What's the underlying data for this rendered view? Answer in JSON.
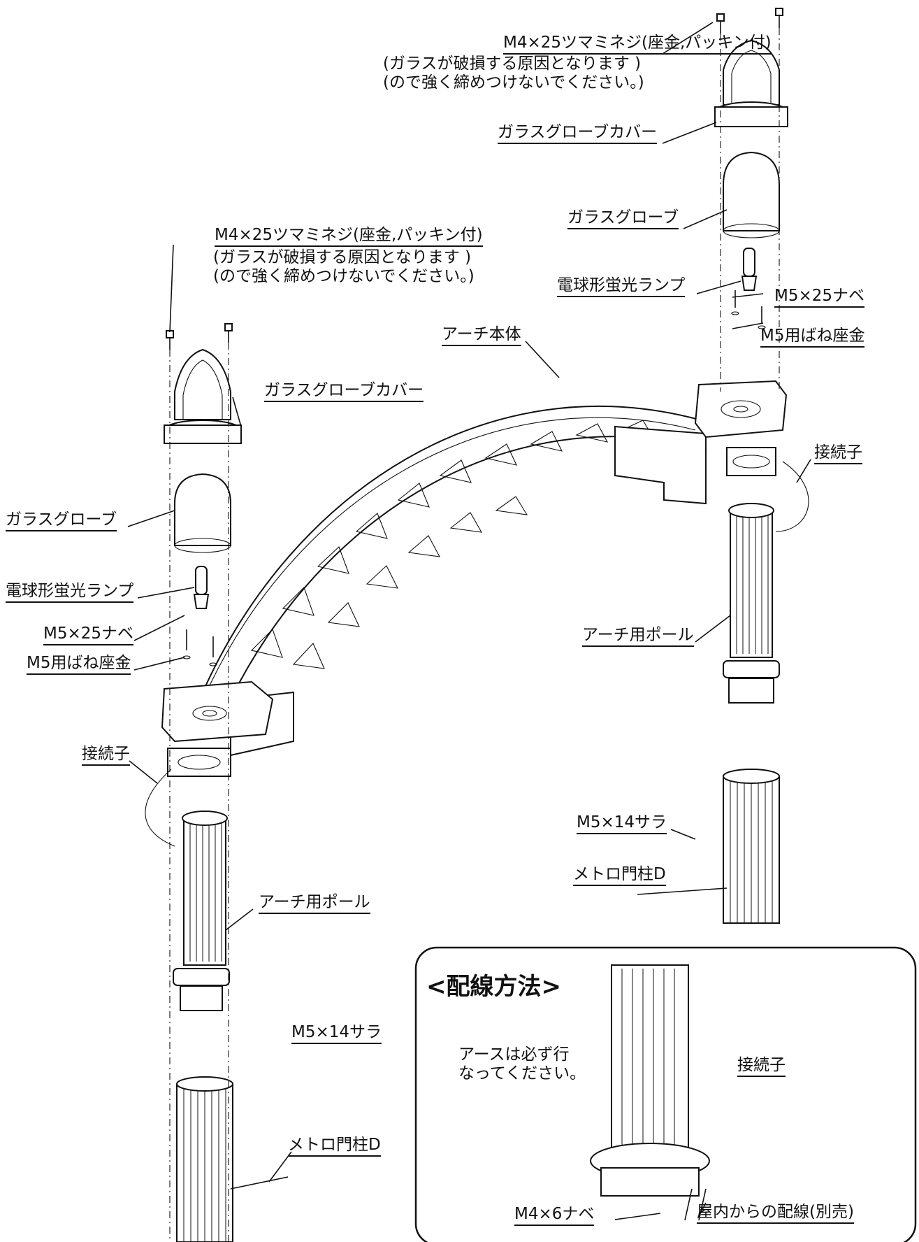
{
  "labels": {
    "screw_top_right": "M4×25ツマミネジ(座金,パッキン付)",
    "screw_top_right_note1": "ガラスが破損する原因となります",
    "screw_top_right_note2": "ので強く締めつけないでください。",
    "globe_cover_right": "ガラスグローブカバー",
    "globe_right": "ガラスグローブ",
    "screw_top_left": "M4×25ツマミネジ(座金,パッキン付)",
    "screw_top_left_note1": "ガラスが破損する原因となります",
    "screw_top_left_note2": "ので強く締めつけないでください。",
    "lamp_right": "電球形蛍光ランプ",
    "pan_screw_right": "M5×25ナベ",
    "washer_right": "M5用ばね座金",
    "arch_body": "アーチ本体",
    "globe_cover_left": "ガラスグローブカバー",
    "connector_right": "接続子",
    "globe_left": "ガラスグローブ",
    "lamp_left": "電球形蛍光ランプ",
    "pan_screw_left": "M5×25ナベ",
    "washer_left": "M5用ばね座金",
    "arch_pole_right": "アーチ用ポール",
    "connector_left": "接続子",
    "flat_screw_right": "M5×14サラ",
    "gate_post_right": "メトロ門柱D",
    "arch_pole_left": "アーチ用ポール",
    "flat_screw_left": "M5×14サラ",
    "gate_post_left": "メトロ門柱D"
  },
  "inset": {
    "title": "<配線方法>",
    "earth_note1": "アースは必ず行",
    "earth_note2": "なってください。",
    "connector": "接続子",
    "screw": "M4×6ナベ",
    "wiring": "屋内からの配線(別売)"
  }
}
